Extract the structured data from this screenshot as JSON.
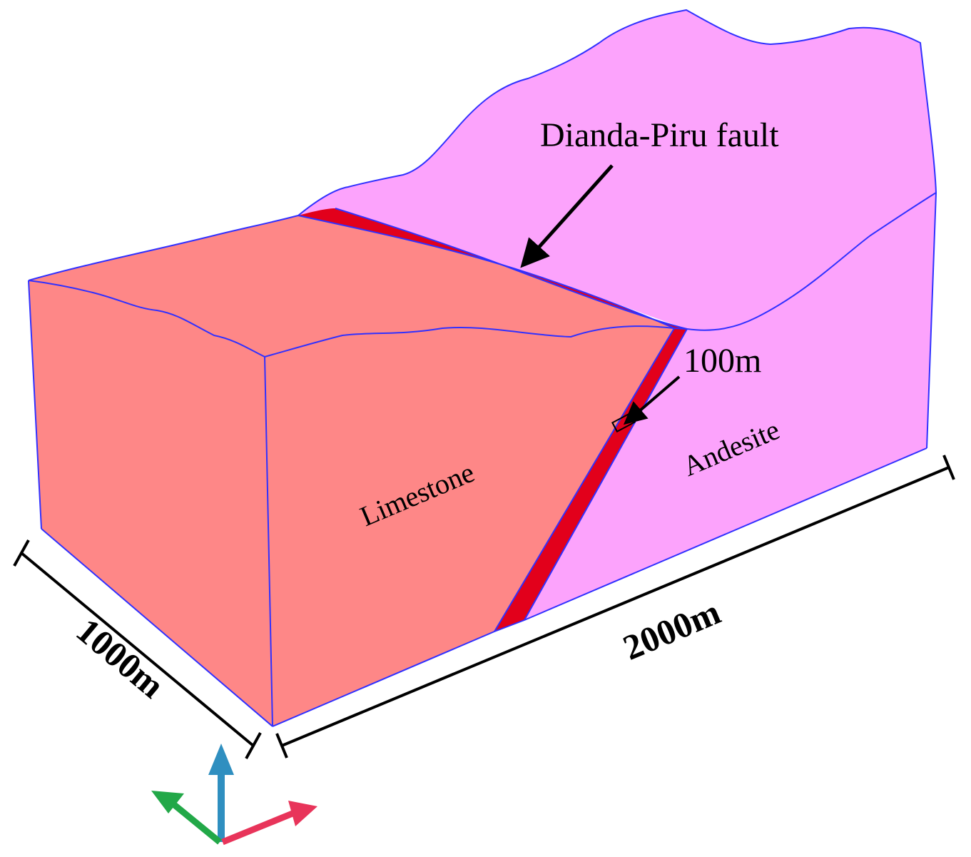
{
  "labels": {
    "fault_name": "Dianda-Piru fault",
    "fault_width": "100m",
    "rock_left": "Limestone",
    "rock_right": "Andesite",
    "width_dimension": "1000m",
    "length_dimension": "2000m"
  },
  "colors": {
    "limestone": "#fe8787",
    "andesite": "#fca3fc",
    "fault_zone": "#e2001b",
    "edges": "#3030ff",
    "arrows": "#000000",
    "axis_up": "#2f8fc0",
    "axis_left": "#22a848",
    "axis_right": "#e8345a"
  },
  "icons": {
    "axes": "xyz-axis-triad-icon"
  }
}
